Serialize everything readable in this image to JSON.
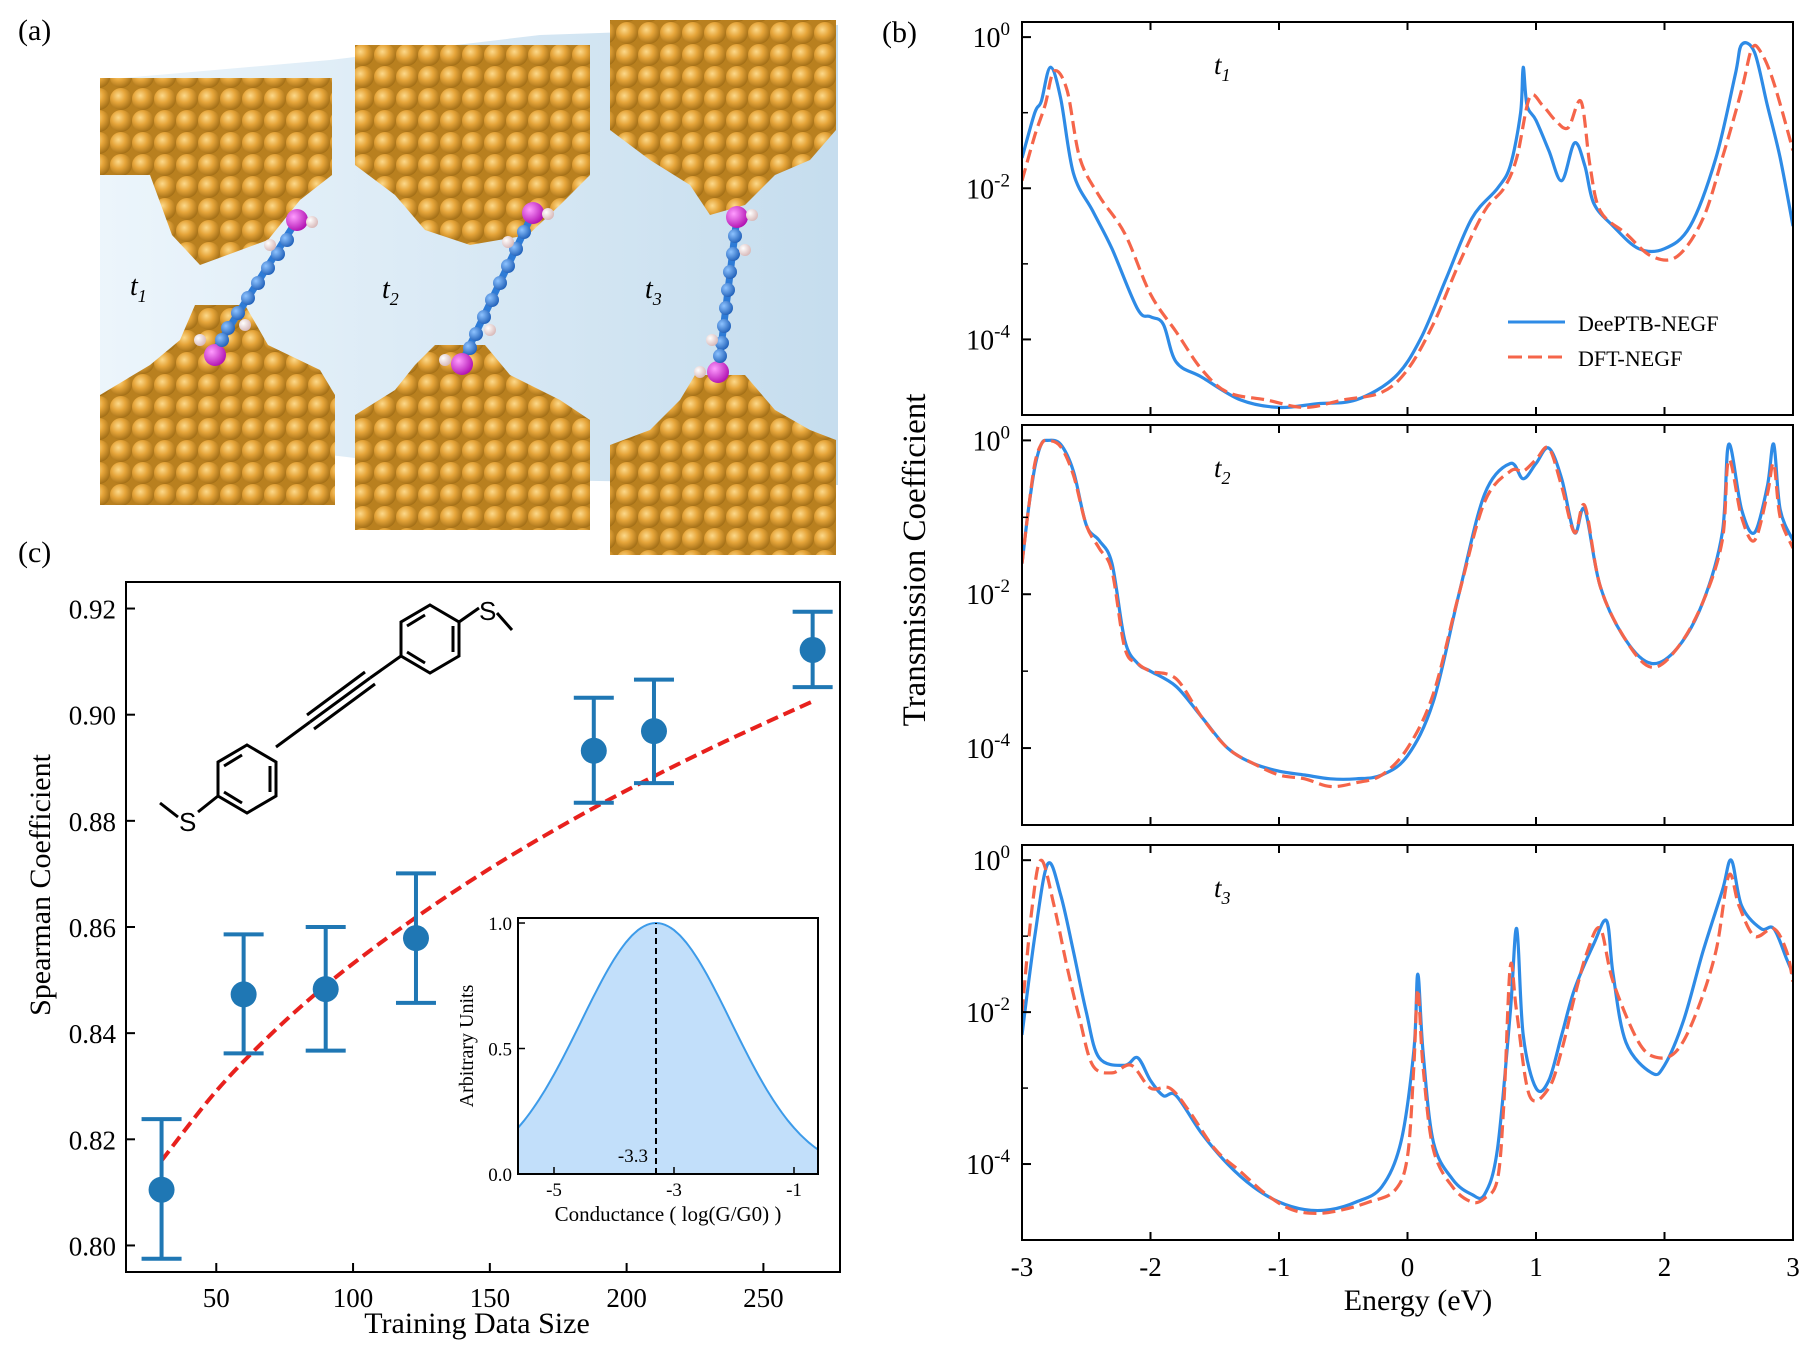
{
  "panels": {
    "a": {
      "label": "(a)",
      "junction_labels": [
        {
          "base": "t",
          "sub": "1"
        },
        {
          "base": "t",
          "sub": "2"
        },
        {
          "base": "t",
          "sub": "3"
        }
      ],
      "colors": {
        "gold": "#E0A030",
        "carbon": "#2E7BD6",
        "sulfur": "#E21DE0",
        "hydrogen": "#F0D2D2",
        "gap": "#CFE3F1"
      }
    },
    "b": {
      "label": "(b)",
      "ylabel": "Transmission Coefficient",
      "xlabel": "Energy (eV)",
      "legend": [
        {
          "label": "DeePTB-NEGF",
          "color": "#2E8BE6",
          "style": "solid"
        },
        {
          "label": "DFT-NEGF",
          "color": "#F5654A",
          "style": "dashed"
        }
      ]
    },
    "c": {
      "label": "(c)",
      "inset": {
        "xlabel": "Conductance ( log(G/G0) )",
        "ylabel": "Arbitrary Units",
        "marker_label": "-3.3",
        "xticks": [
          "-5",
          "-3",
          "-1"
        ],
        "yticks": [
          "0.0",
          "0.5",
          "1.0"
        ]
      }
    }
  },
  "chart_data": [
    {
      "type": "line",
      "panel": "b-t1",
      "title": "t1",
      "scale": "log",
      "xlim": [
        -3,
        3
      ],
      "ylim_exp": [
        -5,
        0.2
      ],
      "yticks": [
        {
          "base": "10",
          "exp": "0"
        },
        {
          "base": "10",
          "exp": "-2"
        },
        {
          "base": "10",
          "exp": "-4"
        }
      ],
      "series": [
        {
          "name": "DeePTB-NEGF",
          "color": "#2E8BE6",
          "dash": false,
          "x": [
            -3.0,
            -2.9,
            -2.85,
            -2.78,
            -2.7,
            -2.6,
            -2.45,
            -2.3,
            -2.1,
            -2.0,
            -1.9,
            -1.8,
            -1.6,
            -1.3,
            -1.0,
            -0.7,
            -0.4,
            -0.1,
            0.1,
            0.3,
            0.5,
            0.7,
            0.8,
            0.88,
            0.9,
            0.93,
            1.0,
            1.1,
            1.2,
            1.3,
            1.38,
            1.45,
            1.6,
            1.8,
            2.0,
            2.2,
            2.4,
            2.55,
            2.6,
            2.7,
            2.8,
            2.9,
            3.0
          ],
          "logy": [
            -1.6,
            -1.0,
            -0.85,
            -0.4,
            -0.8,
            -1.8,
            -2.3,
            -2.8,
            -3.6,
            -3.7,
            -3.8,
            -4.3,
            -4.5,
            -4.8,
            -4.9,
            -4.85,
            -4.8,
            -4.5,
            -4.0,
            -3.2,
            -2.4,
            -2.0,
            -1.7,
            -1.0,
            -0.4,
            -0.9,
            -1.1,
            -1.5,
            -1.9,
            -1.4,
            -1.7,
            -2.2,
            -2.5,
            -2.8,
            -2.8,
            -2.5,
            -1.6,
            -0.5,
            -0.1,
            -0.2,
            -0.9,
            -1.6,
            -2.5
          ]
        },
        {
          "name": "DFT-NEGF",
          "color": "#F5654A",
          "dash": true,
          "x": [
            -3.0,
            -2.9,
            -2.82,
            -2.75,
            -2.65,
            -2.55,
            -2.4,
            -2.2,
            -2.0,
            -1.8,
            -1.6,
            -1.4,
            -1.1,
            -0.8,
            -0.5,
            -0.2,
            0.0,
            0.2,
            0.4,
            0.6,
            0.75,
            0.85,
            0.95,
            1.05,
            1.15,
            1.25,
            1.35,
            1.42,
            1.5,
            1.7,
            1.9,
            2.1,
            2.3,
            2.45,
            2.6,
            2.68,
            2.75,
            2.85,
            3.0
          ],
          "logy": [
            -1.9,
            -1.3,
            -0.9,
            -0.45,
            -0.7,
            -1.6,
            -2.1,
            -2.6,
            -3.4,
            -3.9,
            -4.4,
            -4.7,
            -4.8,
            -4.9,
            -4.8,
            -4.7,
            -4.4,
            -3.8,
            -3.0,
            -2.3,
            -2.0,
            -1.6,
            -0.8,
            -0.9,
            -1.1,
            -1.2,
            -0.85,
            -1.7,
            -2.3,
            -2.6,
            -2.9,
            -2.9,
            -2.4,
            -1.6,
            -0.7,
            -0.15,
            -0.2,
            -0.6,
            -1.5
          ]
        }
      ]
    },
    {
      "type": "line",
      "panel": "b-t2",
      "title": "t2",
      "scale": "log",
      "xlim": [
        -3,
        3
      ],
      "ylim_exp": [
        -5,
        0.2
      ],
      "yticks": [
        {
          "base": "10",
          "exp": "0"
        },
        {
          "base": "10",
          "exp": "-2"
        },
        {
          "base": "10",
          "exp": "-4"
        }
      ],
      "series": [
        {
          "name": "DeePTB-NEGF",
          "color": "#2E8BE6",
          "dash": false,
          "x": [
            -3.0,
            -2.95,
            -2.9,
            -2.85,
            -2.8,
            -2.7,
            -2.6,
            -2.5,
            -2.4,
            -2.3,
            -2.2,
            -2.1,
            -2.0,
            -1.8,
            -1.6,
            -1.4,
            -1.2,
            -1.0,
            -0.8,
            -0.6,
            -0.4,
            -0.2,
            0.0,
            0.2,
            0.4,
            0.6,
            0.8,
            0.9,
            1.0,
            1.1,
            1.2,
            1.3,
            1.38,
            1.5,
            1.7,
            1.9,
            2.1,
            2.3,
            2.45,
            2.5,
            2.6,
            2.7,
            2.8,
            2.85,
            2.9,
            3.0
          ],
          "logy": [
            -1.6,
            -0.9,
            -0.35,
            -0.05,
            0.0,
            -0.05,
            -0.4,
            -1.1,
            -1.3,
            -1.6,
            -2.6,
            -2.9,
            -3.0,
            -3.2,
            -3.6,
            -4.0,
            -4.2,
            -4.3,
            -4.35,
            -4.4,
            -4.4,
            -4.35,
            -4.1,
            -3.4,
            -2.0,
            -0.7,
            -0.3,
            -0.5,
            -0.3,
            -0.1,
            -0.5,
            -1.2,
            -0.9,
            -1.9,
            -2.6,
            -2.9,
            -2.7,
            -2.1,
            -1.2,
            -0.05,
            -0.9,
            -1.2,
            -0.6,
            -0.05,
            -0.9,
            -1.3
          ]
        },
        {
          "name": "DFT-NEGF",
          "color": "#F5654A",
          "dash": true,
          "x": [
            -3.0,
            -2.95,
            -2.9,
            -2.85,
            -2.8,
            -2.7,
            -2.6,
            -2.5,
            -2.4,
            -2.3,
            -2.2,
            -2.1,
            -2.0,
            -1.8,
            -1.6,
            -1.4,
            -1.2,
            -1.0,
            -0.8,
            -0.6,
            -0.4,
            -0.2,
            0.0,
            0.2,
            0.4,
            0.6,
            0.8,
            0.9,
            1.0,
            1.1,
            1.2,
            1.3,
            1.38,
            1.5,
            1.7,
            1.9,
            2.1,
            2.3,
            2.45,
            2.5,
            2.6,
            2.7,
            2.8,
            2.85,
            2.9,
            3.0
          ],
          "logy": [
            -1.6,
            -0.9,
            -0.3,
            -0.05,
            0.0,
            -0.08,
            -0.45,
            -1.1,
            -1.4,
            -1.7,
            -2.7,
            -2.9,
            -3.0,
            -3.1,
            -3.6,
            -4.0,
            -4.2,
            -4.35,
            -4.4,
            -4.5,
            -4.45,
            -4.35,
            -4.0,
            -3.3,
            -2.0,
            -0.8,
            -0.4,
            -0.4,
            -0.25,
            -0.1,
            -0.6,
            -1.2,
            -0.85,
            -1.9,
            -2.6,
            -2.95,
            -2.7,
            -2.1,
            -1.3,
            -0.25,
            -1.0,
            -1.3,
            -0.7,
            -0.3,
            -1.0,
            -1.4
          ]
        }
      ]
    },
    {
      "type": "line",
      "panel": "b-t3",
      "title": "t3",
      "scale": "log",
      "xlim": [
        -3,
        3
      ],
      "ylim_exp": [
        -5,
        0.2
      ],
      "yticks": [
        {
          "base": "10",
          "exp": "0"
        },
        {
          "base": "10",
          "exp": "-2"
        },
        {
          "base": "10",
          "exp": "-4"
        }
      ],
      "xticks": [
        "-3",
        "-2",
        "-1",
        "0",
        "1",
        "2",
        "3"
      ],
      "series": [
        {
          "name": "DeePTB-NEGF",
          "color": "#2E8BE6",
          "dash": false,
          "x": [
            -3.0,
            -2.9,
            -2.8,
            -2.7,
            -2.6,
            -2.5,
            -2.4,
            -2.2,
            -2.1,
            -2.0,
            -1.9,
            -1.8,
            -1.6,
            -1.4,
            -1.2,
            -1.0,
            -0.8,
            -0.6,
            -0.4,
            -0.2,
            -0.05,
            0.05,
            0.08,
            0.12,
            0.2,
            0.35,
            0.5,
            0.6,
            0.7,
            0.8,
            0.85,
            0.9,
            1.0,
            1.1,
            1.2,
            1.3,
            1.45,
            1.55,
            1.6,
            1.7,
            1.9,
            2.0,
            2.15,
            2.3,
            2.45,
            2.52,
            2.6,
            2.75,
            2.85,
            2.95,
            3.0
          ],
          "logy": [
            -2.3,
            -1.0,
            -0.05,
            -0.45,
            -1.2,
            -2.0,
            -2.6,
            -2.7,
            -2.6,
            -2.9,
            -3.1,
            -3.1,
            -3.6,
            -4.0,
            -4.3,
            -4.5,
            -4.6,
            -4.6,
            -4.5,
            -4.3,
            -3.7,
            -2.5,
            -1.5,
            -2.5,
            -3.7,
            -4.2,
            -4.4,
            -4.4,
            -3.8,
            -2.0,
            -0.9,
            -2.3,
            -3.0,
            -2.9,
            -2.3,
            -1.7,
            -1.1,
            -0.8,
            -1.5,
            -2.4,
            -2.8,
            -2.7,
            -2.1,
            -1.2,
            -0.4,
            0.0,
            -0.6,
            -0.9,
            -0.9,
            -1.3,
            -1.5
          ]
        },
        {
          "name": "DFT-NEGF",
          "color": "#F5654A",
          "dash": true,
          "x": [
            -3.0,
            -2.92,
            -2.85,
            -2.75,
            -2.65,
            -2.55,
            -2.45,
            -2.3,
            -2.15,
            -2.0,
            -1.85,
            -1.7,
            -1.5,
            -1.3,
            -1.1,
            -0.9,
            -0.7,
            -0.5,
            -0.3,
            -0.1,
            0.0,
            0.05,
            0.08,
            0.12,
            0.2,
            0.35,
            0.5,
            0.6,
            0.7,
            0.75,
            0.8,
            0.85,
            0.95,
            1.1,
            1.2,
            1.3,
            1.4,
            1.5,
            1.6,
            1.8,
            1.95,
            2.1,
            2.25,
            2.4,
            2.5,
            2.58,
            2.7,
            2.85,
            2.95,
            3.0
          ],
          "logy": [
            -2.0,
            -0.6,
            0.0,
            -0.6,
            -1.4,
            -2.1,
            -2.7,
            -2.8,
            -2.7,
            -3.0,
            -3.0,
            -3.3,
            -3.8,
            -4.1,
            -4.4,
            -4.6,
            -4.65,
            -4.6,
            -4.5,
            -4.35,
            -3.9,
            -2.7,
            -1.7,
            -2.7,
            -3.8,
            -4.3,
            -4.5,
            -4.45,
            -4.2,
            -3.2,
            -1.4,
            -2.0,
            -3.1,
            -3.0,
            -2.5,
            -1.8,
            -1.2,
            -0.9,
            -1.6,
            -2.4,
            -2.6,
            -2.5,
            -2.0,
            -1.2,
            -0.2,
            -0.6,
            -1.0,
            -0.9,
            -1.2,
            -1.6
          ]
        }
      ]
    },
    {
      "type": "scatter",
      "panel": "c",
      "xlabel": "Training Data Size",
      "ylabel": "Spearman  Coefficient",
      "xlim": [
        17,
        278
      ],
      "ylim": [
        0.795,
        0.925
      ],
      "xticks": [
        "50",
        "100",
        "150",
        "200",
        "250"
      ],
      "yticks": [
        "0.80",
        "0.82",
        "0.84",
        "0.86",
        "0.88",
        "0.90",
        "0.92"
      ],
      "points": [
        {
          "x": 30,
          "y": 0.8105,
          "lo": 0.7975,
          "hi": 0.8238
        },
        {
          "x": 60,
          "y": 0.8473,
          "lo": 0.8362,
          "hi": 0.8586
        },
        {
          "x": 90,
          "y": 0.8483,
          "lo": 0.8367,
          "hi": 0.86
        },
        {
          "x": 123,
          "y": 0.8579,
          "lo": 0.8457,
          "hi": 0.8701
        },
        {
          "x": 188,
          "y": 0.8932,
          "lo": 0.8834,
          "hi": 0.9032
        },
        {
          "x": 210,
          "y": 0.8969,
          "lo": 0.8871,
          "hi": 0.9066
        },
        {
          "x": 268,
          "y": 0.9122,
          "lo": 0.9052,
          "hi": 0.9194
        }
      ],
      "fit": {
        "x": [
          30,
          50,
          70,
          90,
          110,
          130,
          150,
          170,
          190,
          210,
          230,
          250,
          268
        ],
        "y": [
          0.816,
          0.8291,
          0.8398,
          0.849,
          0.857,
          0.8643,
          0.871,
          0.8772,
          0.883,
          0.8884,
          0.8935,
          0.8983,
          0.9025
        ]
      },
      "colors": {
        "point": "#1F77B4",
        "fit": "#E8211D"
      }
    },
    {
      "type": "area",
      "panel": "c-inset",
      "xlim": [
        -5.6,
        -0.6
      ],
      "ylim": [
        0,
        1.02
      ],
      "mean": -3.3,
      "sigma": 1.25,
      "colors": {
        "fill": "#BBDBFA",
        "line": "#3D9BE9"
      }
    }
  ]
}
